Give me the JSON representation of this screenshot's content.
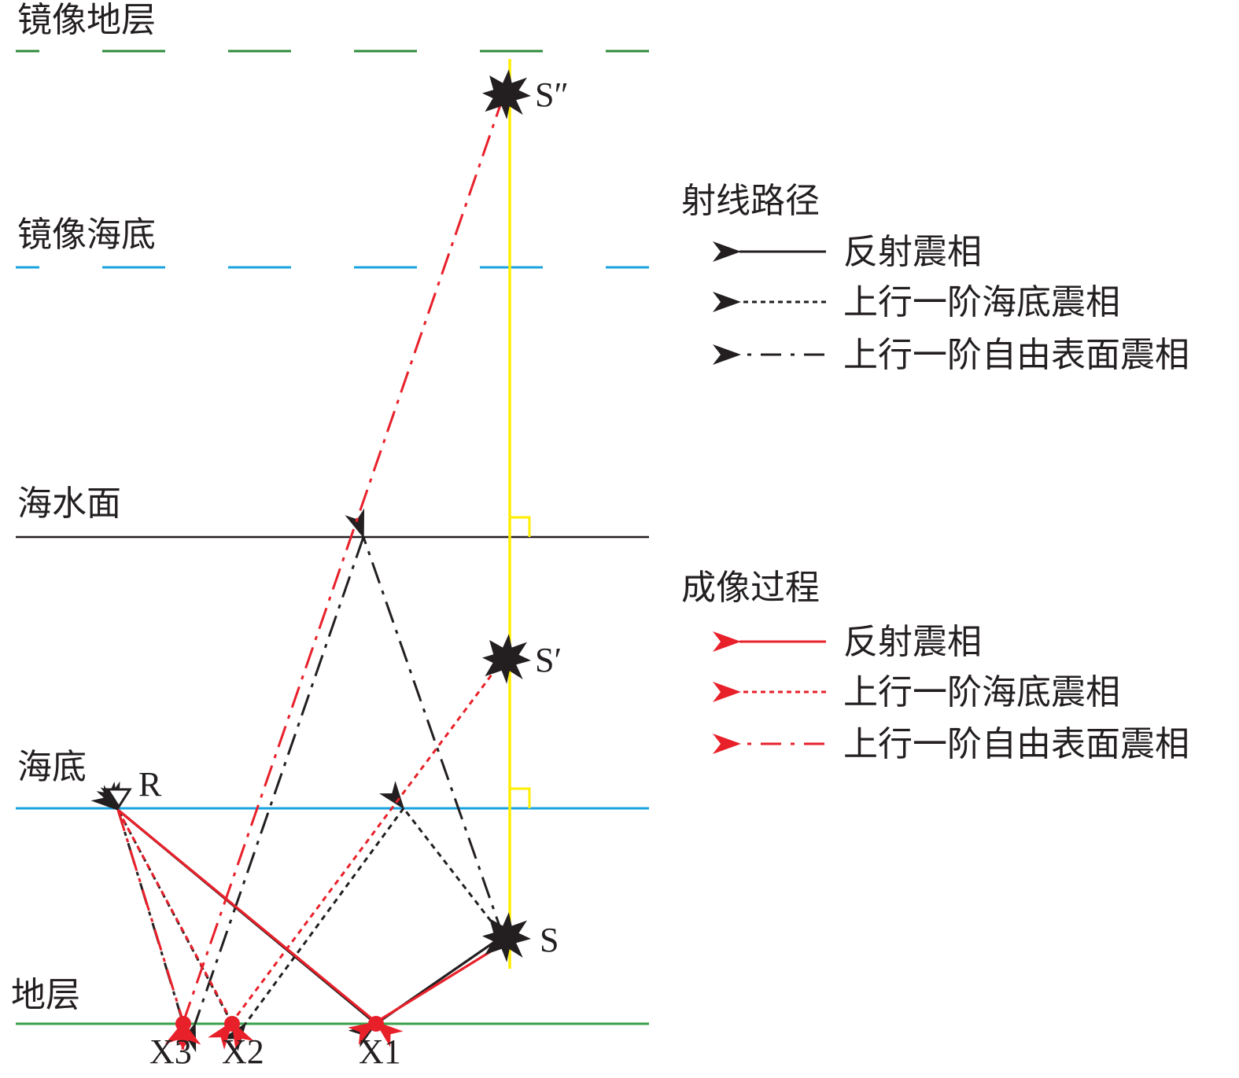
{
  "layers": {
    "mirror_strata": "镜像地层",
    "mirror_seafloor": "镜像海底",
    "sea_surface": "海水面",
    "seafloor": "海底",
    "strata": "地层"
  },
  "points": {
    "source": "S",
    "source_mirror_1": "S′",
    "source_mirror_2": "S″",
    "receiver": "R",
    "x1": "X1",
    "x2": "X2",
    "x3": "X3"
  },
  "legend": {
    "ray_path": {
      "title": "射线路径",
      "items": [
        "反射震相",
        "上行一阶海底震相",
        "上行一阶自由表面震相"
      ]
    },
    "imaging": {
      "title": "成像过程",
      "items": [
        "反射震相",
        "上行一阶海底震相",
        "上行一阶自由表面震相"
      ]
    }
  },
  "colors": {
    "ray": "#231f20",
    "imaging": "#e8202a",
    "mirror_strata_line": "#2e8b3a",
    "strata_line": "#3aa04a",
    "seafloor_line": "#1aa3e0",
    "sea_surface_line": "#231f20",
    "symmetry_axis": "#ffee00"
  },
  "line_styles": [
    "solid",
    "dotted",
    "dash-dot"
  ]
}
